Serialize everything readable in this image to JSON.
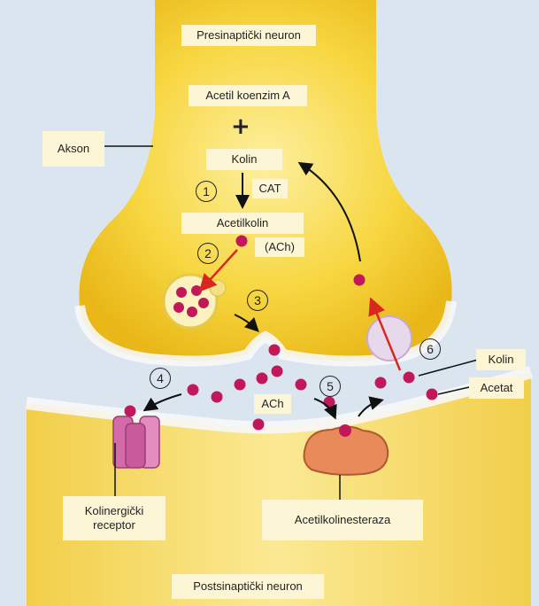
{
  "labels": {
    "presynaptic": "Presinaptički neuron",
    "acetyl_coa": "Acetil koenzim A",
    "plus": "+",
    "axon": "Akson",
    "choline_top": "Kolin",
    "cat": "CAT",
    "acetylcholine": "Acetilkolin",
    "ach_abbr": "(ACh)",
    "ach_cleft": "ACh",
    "choline_right": "Kolin",
    "acetate": "Acetat",
    "receptor": "Kolinergički receptor",
    "esterase": "Acetilkolinesteraza",
    "postsynaptic": "Postsinaptički neuron"
  },
  "steps": [
    "1",
    "2",
    "3",
    "4",
    "5",
    "6"
  ],
  "colors": {
    "neuron_yellow": "#f6d23c",
    "neuron_light": "#fbe98a",
    "ach_molecule": "#c0185a",
    "receptor": "#d46aa8",
    "enzyme": "#e58c5c",
    "red_arrow": "#d8281e",
    "label_bg": "#fdf6d6"
  }
}
